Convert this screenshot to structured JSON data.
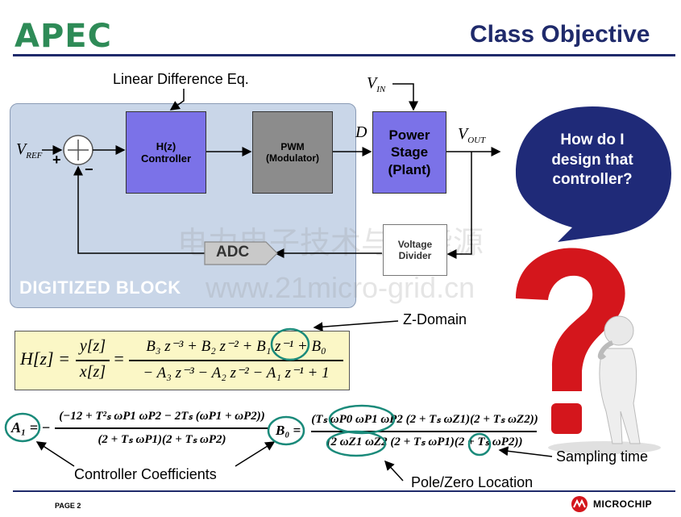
{
  "header": {
    "logo_text": "APEC",
    "title": "Class Objective",
    "logo_color": "#2e8b57",
    "title_color": "#1f2a6b"
  },
  "diagram": {
    "block_label": "DIGITIZED BLOCK",
    "lde_label": "Linear Difference Eq.",
    "vref": "V",
    "vref_sub": "REF",
    "plus": "+",
    "minus": "−",
    "controller": "H(z)\nController",
    "pwm": "PWM\n(Modulator)",
    "d_label": "D",
    "vin": "V",
    "vin_sub": "IN",
    "plant": "Power\nStage\n(Plant)",
    "vout": "V",
    "vout_sub": "OUT",
    "adc": "ADC",
    "divider": "Voltage\nDivider"
  },
  "bubble": {
    "text": "How do I\ndesign that\ncontroller?",
    "color": "#1f2a78"
  },
  "equations": {
    "hz_lhs": "H[z] =",
    "hz_num_frac": "y[z]",
    "hz_den_frac": "x[z]",
    "hz_eq": "=",
    "hz_numerator": "B₃ z⁻³ + B₂ z⁻² + B₁ z⁻¹ + B₀",
    "hz_denominator": "− A₃ z⁻³ − A₂ z⁻² − A₁ z⁻¹ + 1",
    "a1_lhs": "A₁ = −",
    "a1_numerator": "(−12 + T²ₛ ωP1 ωP2 − 2Tₛ (ωP1 + ωP2))",
    "a1_denominator": "(2 + Tₛ ωP1)(2 + Tₛ ωP2)",
    "b0_lhs": "B₀ =",
    "b0_numerator": "(Tₛ ωP0 ωP1 ωP2 (2 + Tₛ ωZ1)(2 + Tₛ ωZ2))",
    "b0_denominator": "(2 ωZ1 ωZ2 (2 + Tₛ ωP1)(2 + Tₛ ωP2))"
  },
  "annotations": {
    "z_domain": "Z-Domain",
    "sampling_time": "Sampling time",
    "controller_coeffs": "Controller Coefficients",
    "pole_zero": "Pole/Zero Location"
  },
  "watermark": {
    "line1": "电力电子技术与新能源",
    "line2": "www.21micro-grid.cn"
  },
  "footer": {
    "page": "PAGE 2",
    "brand": "MICROCHIP"
  }
}
